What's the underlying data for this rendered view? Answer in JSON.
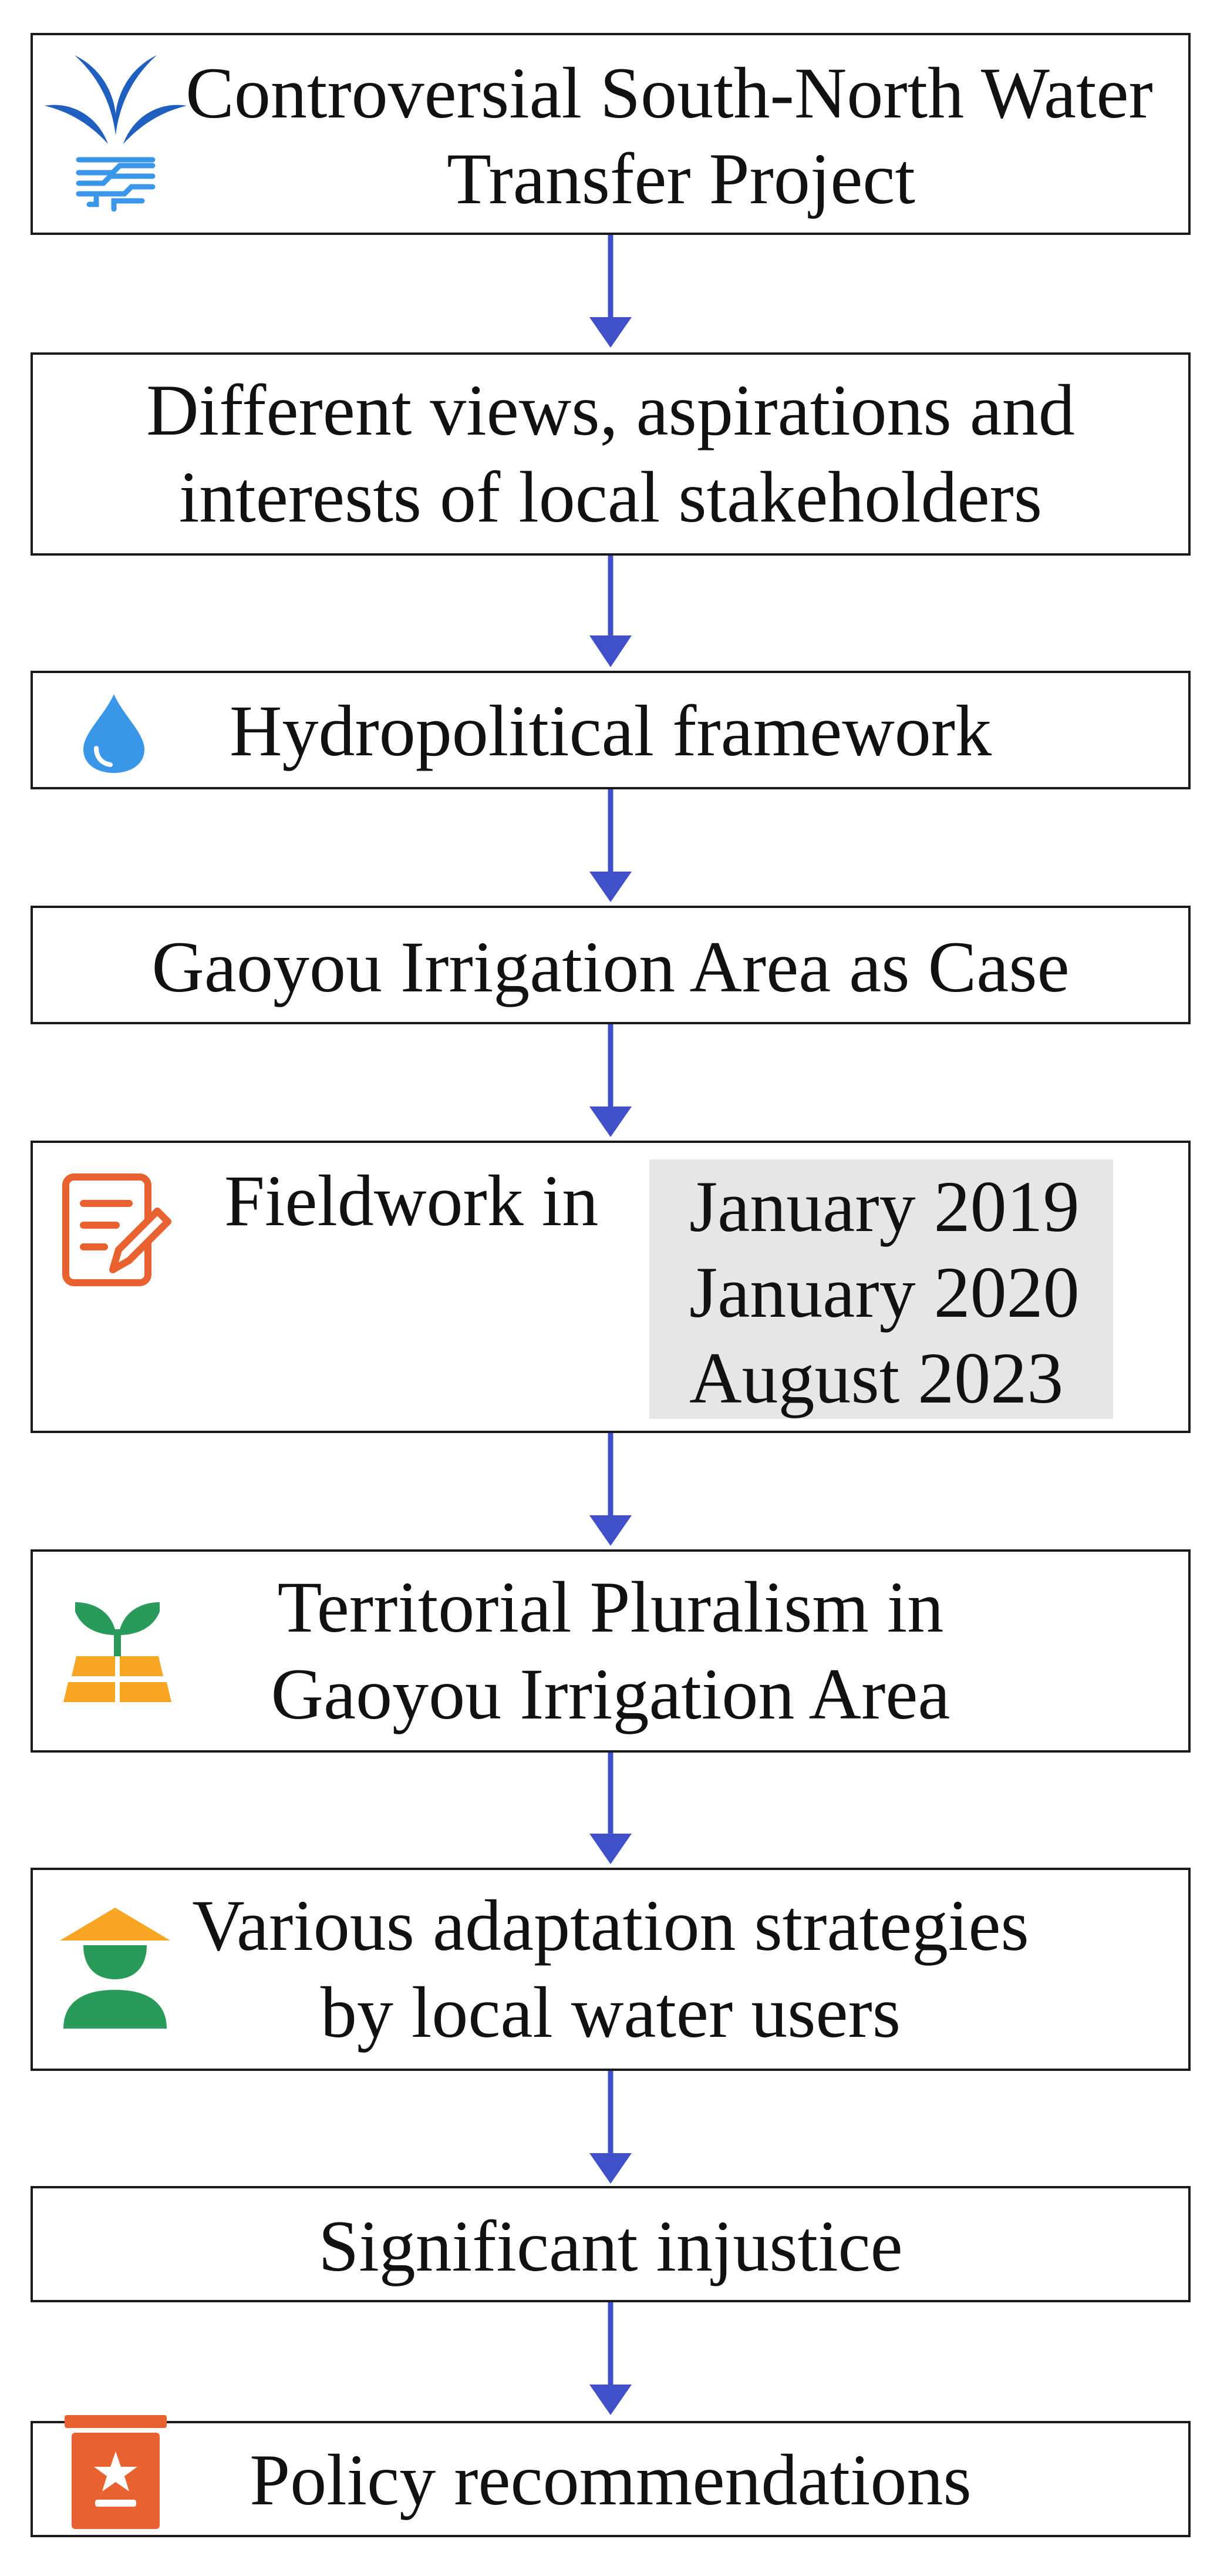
{
  "flow": {
    "step1": {
      "line1": "Controversial South-North Water",
      "line2": "Transfer Project",
      "icon": "water-transfer-icon"
    },
    "step2": {
      "line1": "Different views, aspirations and",
      "line2": "interests of local stakeholders"
    },
    "step3": {
      "label": "Hydropolitical framework",
      "icon": "water-drop-icon"
    },
    "step4": {
      "label": "Gaoyou Irrigation Area as Case"
    },
    "step5": {
      "label": "Fieldwork in",
      "icon": "notes-pen-icon",
      "dates": [
        "January 2019",
        "January 2020",
        "August  2023"
      ]
    },
    "step6": {
      "line1": "Territorial Pluralism in",
      "line2": "Gaoyou Irrigation Area",
      "icon": "seedling-field-icon"
    },
    "step7": {
      "line1": "Various adaptation strategies",
      "line2": "by local water users",
      "icon": "farmer-icon"
    },
    "step8": {
      "label": "Significant injustice"
    },
    "step9": {
      "label": "Policy recommendations",
      "icon": "badge-star-icon"
    }
  },
  "colors": {
    "arrow": "#4050c8",
    "border": "#1a1a1a",
    "date_panel": "#e6e6e6",
    "water_icon": "#1f5fbf",
    "drop_icon": "#3a96e8",
    "notes_icon": "#e8622f",
    "seedling_icon": "#2a9a5a",
    "field_icon": "#f6a623"
  }
}
